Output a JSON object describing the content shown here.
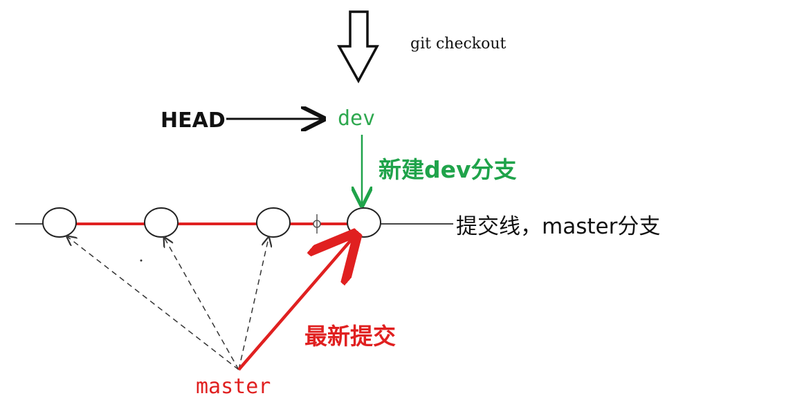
{
  "diagram": {
    "labels": {
      "git_checkout": "git checkout",
      "head": "HEAD",
      "dev": "dev",
      "new_dev_branch": "新建dev分支",
      "commit_line": "提交线，master分支",
      "latest_commit": "最新提交",
      "master": "master"
    },
    "colors": {
      "black": "#111111",
      "line_gray": "#444444",
      "red": "#e02020",
      "green": "#1fa34a",
      "dev_text_green": "#2ea84f"
    }
  }
}
